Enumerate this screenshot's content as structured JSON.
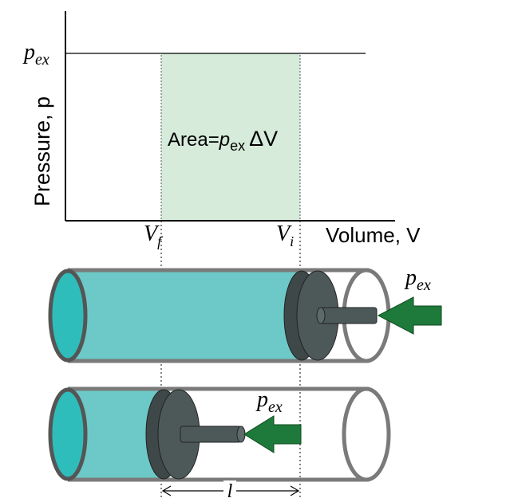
{
  "graph": {
    "y_axis_label": "Pressure, p",
    "x_axis_label": "Volume, V",
    "pressure_symbol": "p",
    "pressure_subscript": "ex",
    "vf_symbol": "V",
    "vf_subscript": "f",
    "vi_symbol": "V",
    "vi_subscript": "i",
    "area_prefix": "Area=",
    "area_p": "p",
    "area_sub": "ex",
    "area_delta": "ΔV",
    "area_fill_color": "#d6ebd9"
  },
  "cylinders": {
    "top_force_symbol": "p",
    "top_force_subscript": "ex",
    "bottom_force_symbol": "p",
    "bottom_force_subscript": "ex",
    "distance_label": "l",
    "gas_color": "#6cc9c7",
    "end_cap_color": "#2fbdbb",
    "piston_color": "#4d5959",
    "arrow_color": "#1e7a3a",
    "wall_color": "#7a7a7a"
  }
}
